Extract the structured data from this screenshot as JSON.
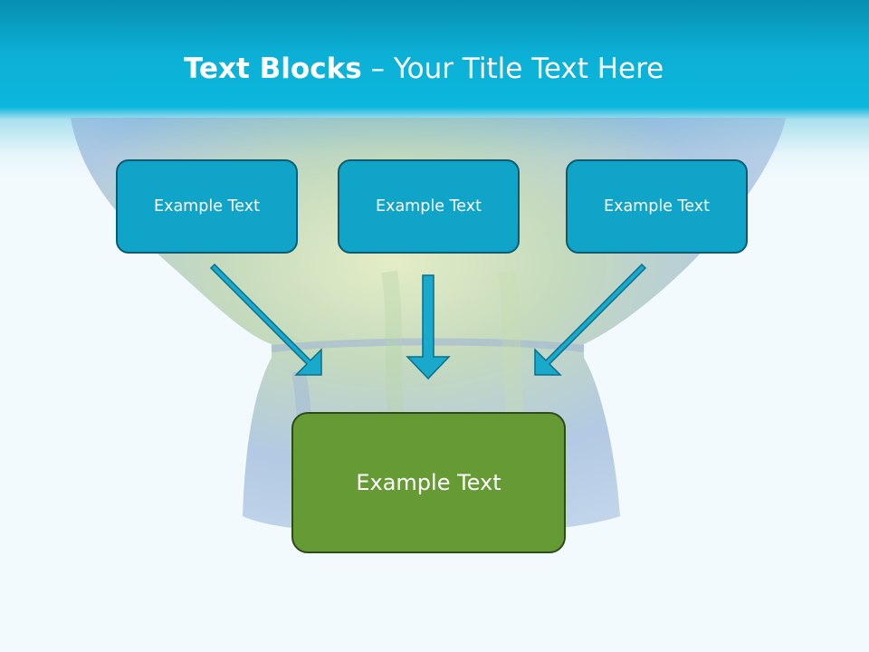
{
  "slide": {
    "title_bold": "Text Blocks",
    "title_rest": " – Your Title Text Here"
  },
  "blocks": {
    "top": [
      "Example Text",
      "Example Text",
      "Example Text"
    ],
    "bottom": "Example Text"
  },
  "colors": {
    "header": "#0bb6dc",
    "top_box_fill": "#10a4c8",
    "top_box_border": "#0b5c72",
    "bottom_box_fill": "#659a35",
    "bottom_box_border": "#2f4a1a",
    "arrow_fill": "#18a9cc"
  }
}
